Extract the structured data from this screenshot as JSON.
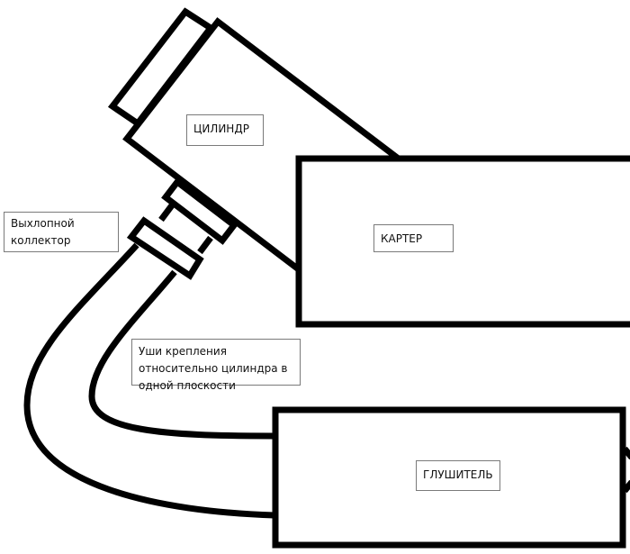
{
  "labels": {
    "cylinder": "ЦИЛИНДР",
    "crankcase": "КАРТЕР",
    "exhaust_manifold": "Выхлопной коллектор",
    "mounting_lugs_note": "Уши крепления относительно цилиндра в одной плоскости",
    "muffler": "ГЛУШИТЕЛЬ"
  },
  "colors": {
    "line": "#000000",
    "label_border": "#7a7a7a"
  }
}
